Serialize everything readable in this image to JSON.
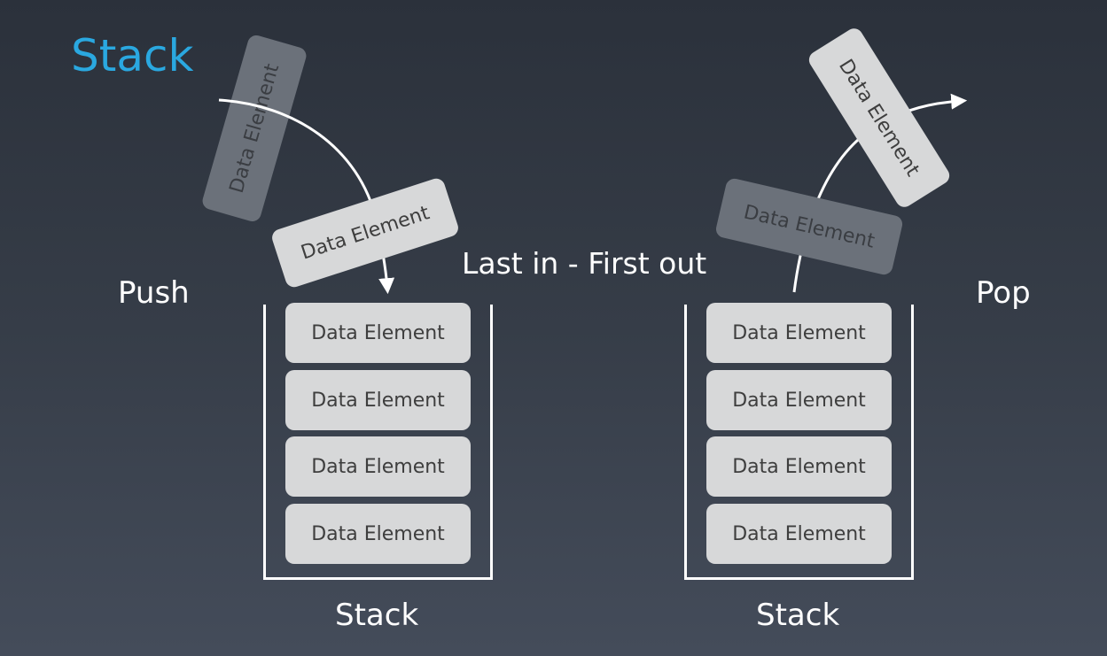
{
  "title": "Stack",
  "push_label": "Push",
  "pop_label": "Pop",
  "lifo_label": "Last in - First out",
  "left_stack": {
    "label": "Stack",
    "elements": [
      "Data Element",
      "Data Element",
      "Data Element",
      "Data Element"
    ]
  },
  "right_stack": {
    "label": "Stack",
    "elements": [
      "Data Element",
      "Data Element",
      "Data Element",
      "Data Element"
    ]
  },
  "push_ghost_element": "Data Element",
  "push_element": "Data Element",
  "pop_ghost_element": "Data Element",
  "pop_element": "Data Element",
  "colors": {
    "title": "#2aa8e0",
    "text": "#ffffff",
    "element_fill": "#d7d8d9",
    "ghost_fill": "#6b717a"
  }
}
